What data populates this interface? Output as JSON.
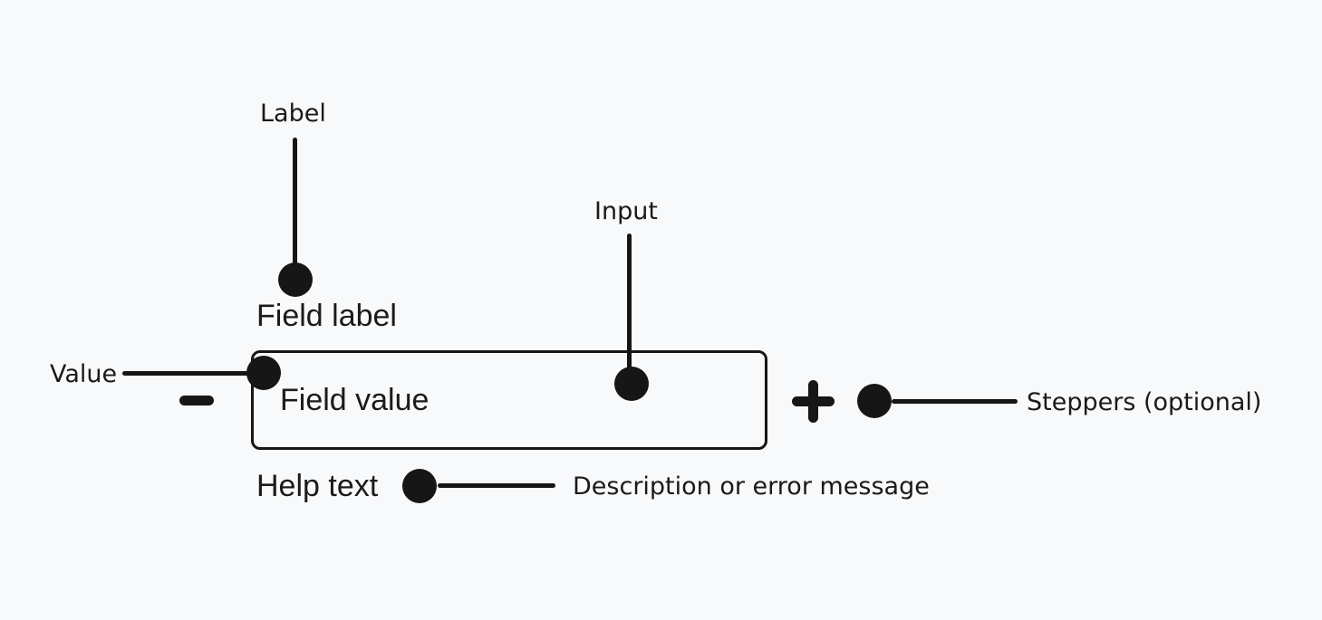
{
  "theme": {
    "background": "#f8f9fb",
    "ink": "#161616",
    "component_text": "#1b1b1b"
  },
  "component": {
    "field_label": "Field label",
    "field_value": "Field value",
    "help_text": "Help text"
  },
  "annotations": {
    "label": "Label",
    "input": "Input",
    "value": "Value",
    "steppers": "Steppers (optional)",
    "help_description": "Description or error message"
  },
  "icons": {
    "minus_stepper": "minus-icon",
    "plus_stepper": "plus-icon"
  }
}
